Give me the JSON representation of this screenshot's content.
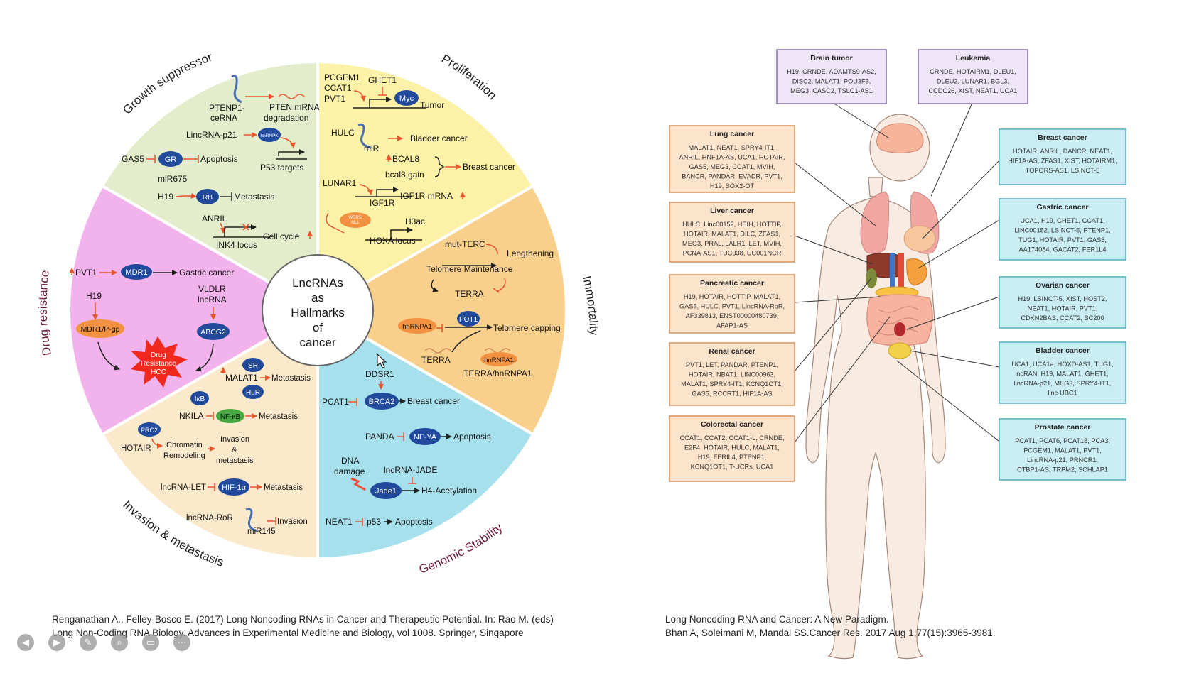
{
  "wheel": {
    "center": [
      "LncRNAs",
      "as",
      "Hallmarks",
      "of",
      "cancer"
    ],
    "sector_titles": {
      "growth": "Growth suppressor",
      "proliferation": "Proliferation",
      "immortality": "Immortality",
      "genomic": "Genomic Stability",
      "invasion": "Invasion & metastasis",
      "drug": "Drug resistance"
    },
    "growth": {
      "ptenp1": [
        "PTENP1-",
        "ceRNA"
      ],
      "pten": [
        "PTEN mRNA",
        "degradation"
      ],
      "lincp21": "LincRNA-p21",
      "hnrnpk": "hnRNPK",
      "p53": "P53 targets",
      "gas5": "GAS5",
      "gr": "GR",
      "apoptosis": "Apoptosis",
      "mir675": "miR675",
      "h19": "H19",
      "rb": "RB",
      "metastasis": "Metastasis",
      "anril": "ANRIL",
      "ink4": "INK4 locus",
      "cellcycle": "Cell cycle"
    },
    "proliferation": {
      "pcgem1": "PCGEM1",
      "ccat1": "CCAT1",
      "pvt1": "PVT1",
      "ghet1": "GHET1",
      "myc": "Myc",
      "tumor": "Tumor",
      "hulc": "HULC",
      "mir": "miR",
      "bladder": "Bladder cancer",
      "bcal8": "BCAL8",
      "bcal8gain": "bcal8 gain",
      "breast": "Breast cancer",
      "lunar1": "LUNAR1",
      "igf1r": "IGF1R",
      "igf1rmrna": "IGF1R mRNA",
      "wdr5": [
        "WDR5/",
        "MLL"
      ],
      "h3ac": "H3ac",
      "hoxa": "HOXA locus"
    },
    "immortality": {
      "mutterc": "mut-TERC",
      "lengthening": "Lengthening",
      "telomere": "Telomere Maintenance",
      "terra": "TERRA",
      "hnrnpa1": "hnRNPA1",
      "pot1": "POT1",
      "capping": "Telomere capping",
      "terra2": "TERRA",
      "hnrnpa1b": "hnRNPA1",
      "complex": "TERRA/hnRNPA1"
    },
    "genomic": {
      "ddsr1": "DDSR1",
      "pcat1": "PCAT1",
      "brca2": "BRCA2",
      "breast": "Breast cancer",
      "panda": "PANDA",
      "nfya": "NF-YA",
      "apoptosis": "Apoptosis",
      "dna": [
        "DNA",
        "damage"
      ],
      "jade": "lncRNA-JADE",
      "jade1": "Jade1",
      "h4": "H4-Acetylation",
      "neat1": "NEAT1",
      "p53": "p53",
      "apoptosis2": "Apoptosis"
    },
    "invasion": {
      "sr": "SR",
      "malat1": "MALAT1",
      "metastasis": "Metastasis",
      "hur": "HuR",
      "ikb": "IκB",
      "nkila": "NKILA",
      "nfkb": "NF-κB",
      "metastasis2": "Metastasis",
      "prc2": "PRC2",
      "hotair": "HOTAIR",
      "chromatin": [
        "Chromatin",
        "Remodeling"
      ],
      "invasionmeta": [
        "Invasion",
        "&",
        "metastasis"
      ],
      "let": "lncRNA-LET",
      "hif": "HIF-1α",
      "metastasis3": "Metastasis",
      "ror": "lncRNA-RoR",
      "invasion": "Invasion",
      "mir145": "miR145"
    },
    "drug": {
      "pvt1": "PVT1",
      "mdr1": "MDR1",
      "gastric": "Gastric cancer",
      "h19": "H19",
      "vldlr": [
        "VLDLR",
        "lncRNA"
      ],
      "mdr1pgp": "MDR1/P-gp",
      "abcg2": "ABCG2",
      "burst": [
        "Drug",
        "Resistance",
        "HCC"
      ]
    }
  },
  "body": {
    "boxes": [
      {
        "id": "brain",
        "title": "Brain tumor",
        "lines": [
          "H19, CRNDE, ADAMTS9-AS2,",
          "DISC2, MALAT1, POU3F3,",
          "MEG3, CASC2, TSLC1-AS1"
        ]
      },
      {
        "id": "leukemia",
        "title": "Leukemia",
        "lines": [
          "CRNDE, HOTAIRM1, DLEU1,",
          "DLEU2, LUNAR1, BGL3,",
          "CCDC26, XIST, NEAT1, UCA1"
        ]
      },
      {
        "id": "lung",
        "title": "Lung cancer",
        "lines": [
          "MALAT1, NEAT1, SPRY4-IT1,",
          "ANRIL, HNF1A-AS, UCA1, HOTAIR,",
          "GAS5, MEG3, CCAT1, MVIH,",
          "BANCR, PANDAR, EVADR, PVT1,",
          "H19, SOX2-OT"
        ]
      },
      {
        "id": "liver",
        "title": "Liver cancer",
        "lines": [
          "HULC, Linc00152, HEIH, HOTTIP,",
          "HOTAIR, MALAT1, DILC, ZFAS1,",
          "MEG3, PRAL, LALR1, LET, MVIH,",
          "PCNA-AS1, TUC338, UC001NCR"
        ]
      },
      {
        "id": "pancreatic",
        "title": "Pancreatic cancer",
        "lines": [
          "H19, HOTAIR, HOTTIP, MALAT1,",
          "GAS5, HULC, PVT1, LincRNA-RoR,",
          "AF339813, ENST00000480739,",
          "AFAP1-AS"
        ]
      },
      {
        "id": "renal",
        "title": "Renal cancer",
        "lines": [
          "PVT1, LET, PANDAR, PTENP1,",
          "HOTAIR, NBAT1, LINC00963,",
          "MALAT1, SPRY4-IT1, KCNQ1OT1,",
          "GAS5, RCCRT1, HIF1A-AS"
        ]
      },
      {
        "id": "colorectal",
        "title": "Colorectal cancer",
        "lines": [
          "CCAT1, CCAT2, CCAT1-L, CRNDE,",
          "E2F4, HOTAIR, HULC, MALAT1,",
          "H19, FERIL4, PTENP1,",
          "KCNQ1OT1, T-UCRs, UCA1"
        ]
      },
      {
        "id": "breast",
        "title": "Breast cancer",
        "lines": [
          "HOTAIR, ANRIL, DANCR, NEAT1,",
          "HIF1A-AS, ZFAS1, XIST, HOTAIRM1,",
          "TOPORS-AS1, LSINCT-5"
        ]
      },
      {
        "id": "gastric",
        "title": "Gastric cancer",
        "lines": [
          "UCA1, H19, GHET1, CCAT1,",
          "LINC00152, LSINCT-5, PTENP1,",
          "TUG1, HOTAIR, PVT1, GAS5,",
          "AA174084, GACAT2, FER1L4"
        ]
      },
      {
        "id": "ovarian",
        "title": "Ovarian cancer",
        "lines": [
          "H19, LSINCT-5, XIST, HOST2,",
          "NEAT1, HOTAIR, PVT1,",
          "CDKN2BAS, CCAT2, BC200"
        ]
      },
      {
        "id": "bladder",
        "title": "Bladder cancer",
        "lines": [
          "UCA1, UCA1a, HOXD-AS1, TUG1,",
          "ncRAN, H19, MALAT1, GHET1,",
          "lincRNA-p21, MEG3, SPRY4-IT1,",
          "linc-UBC1"
        ]
      },
      {
        "id": "prostate",
        "title": "Prostate cancer",
        "lines": [
          "PCAT1, PCAT6, PCAT18, PCA3,",
          "PCGEM1, MALAT1, PVT1,",
          "LincRNA-p21, PRNCR1,",
          "CTBP1-AS, TRPM2, SCHLAP1"
        ]
      }
    ]
  },
  "citations": {
    "left": [
      "Renganathan A., Felley-Bosco E. (2017) Long Noncoding RNAs in Cancer and Therapeutic Potential. In: Rao M. (eds)",
      "Long Non-Coding RNA Biology. Advances in Experimental Medicine and Biology, vol 1008. Springer, Singapore"
    ],
    "right": [
      "Long Noncoding RNA and Cancer: A New Paradigm.",
      "Bhan A, Soleimani M, Mandal SS.Cancer Res. 2017 Aug 1;77(15):3965-3981."
    ]
  },
  "controls": [
    {
      "name": "previous-icon",
      "glyph": "◀"
    },
    {
      "name": "next-icon",
      "glyph": "▶"
    },
    {
      "name": "pen-icon",
      "glyph": "✎"
    },
    {
      "name": "zoom-icon",
      "glyph": "⌕"
    },
    {
      "name": "camera-icon",
      "glyph": "▭"
    },
    {
      "name": "more-icon",
      "glyph": "⋯"
    }
  ],
  "colors": {
    "growth": "#e3eccb",
    "proliferation": "#fbf2a7",
    "immortality": "#f9cf8c",
    "genomic": "#a6e0ec",
    "invasion": "#fbe9cc",
    "drug": "#f2b2ec",
    "oval": "#214a9c",
    "orange_oval": "#f29240",
    "arrow": "#e8542c",
    "box_orange_fill": "#fce3cc",
    "box_orange_stroke": "#d79a65",
    "box_blue_fill": "#c9edf3",
    "box_blue_stroke": "#5fb2c4",
    "box_purple_fill": "#eee5f6",
    "box_purple_stroke": "#8d78b6"
  }
}
